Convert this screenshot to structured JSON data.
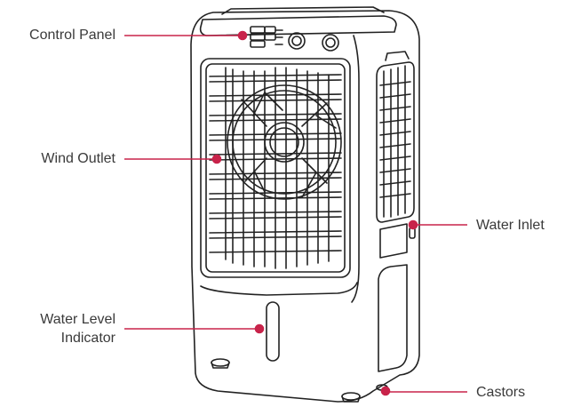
{
  "diagram": {
    "accent_color": "#c8234a",
    "line_color": "#222222",
    "callouts": [
      {
        "id": "control-panel",
        "lines": [
          "Control Panel"
        ]
      },
      {
        "id": "wind-outlet",
        "lines": [
          "Wind Outlet"
        ]
      },
      {
        "id": "water-level-indicator",
        "lines": [
          "Water Level",
          "Indicator"
        ]
      },
      {
        "id": "water-inlet",
        "lines": [
          "Water Inlet"
        ]
      },
      {
        "id": "castors",
        "lines": [
          "Castors"
        ]
      }
    ]
  }
}
